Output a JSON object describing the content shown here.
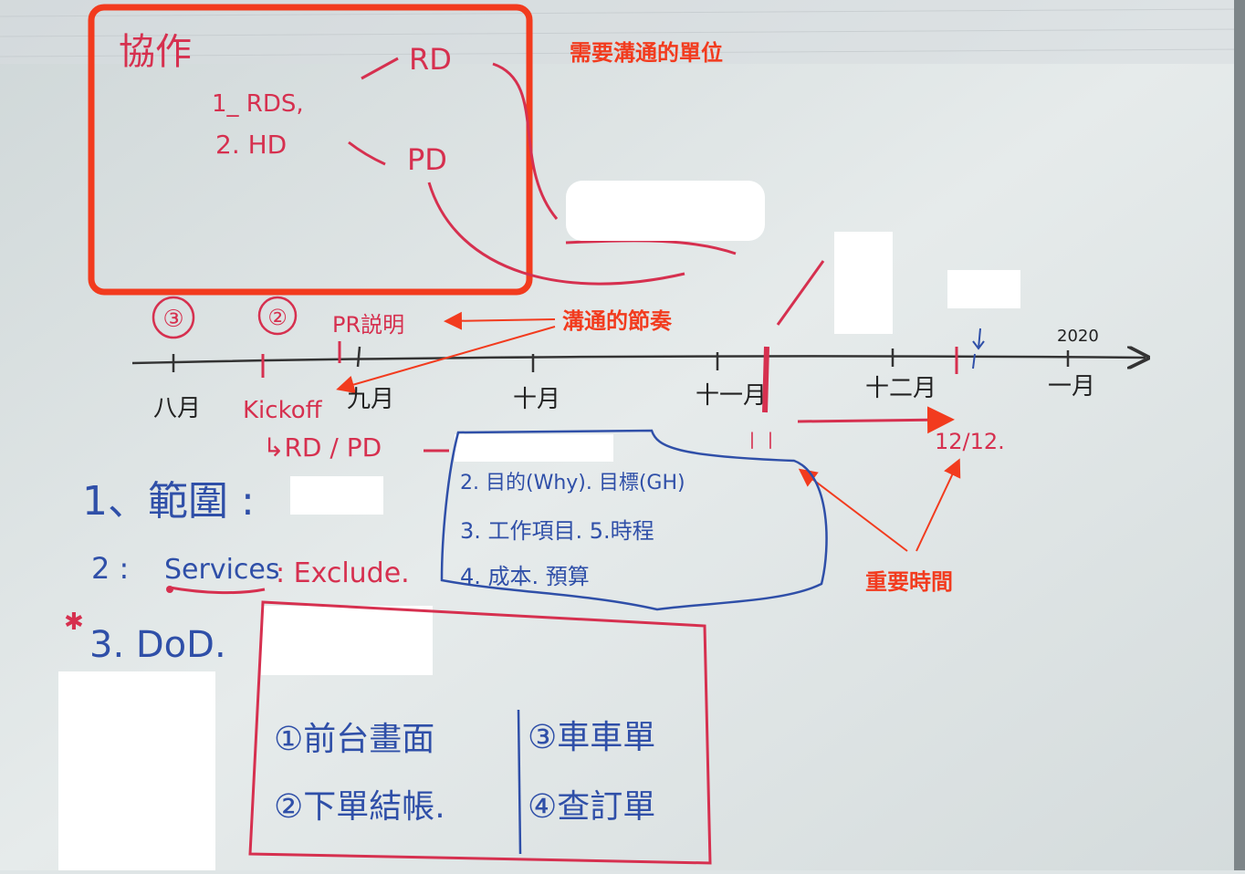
{
  "annotations": {
    "units": "需要溝通的單位",
    "rhythm": "溝通的節奏",
    "important_time": "重要時間"
  },
  "top_box": {
    "title": "協作",
    "line1": "1_ RDS,",
    "line2": "2. HD",
    "target1": "RD",
    "target2": "PD"
  },
  "timeline": {
    "markers": [
      "③",
      "②"
    ],
    "pr_note": "PR説明",
    "months": [
      "八月",
      "九月",
      "十月",
      "十一月",
      "十二月",
      "一月"
    ],
    "year": "2020",
    "kickoff": "Kickoff",
    "kickoff_sub": "↳RD / PD",
    "date_label": "12/12."
  },
  "blue_box": {
    "item2": "2. 目的(Why). 目標(GH)",
    "item3": "3. 工作項目.  5.時程",
    "item4": "4. 成本. 預算"
  },
  "list": {
    "item1": "1、範圍 :",
    "item2_prefix": "2 : ",
    "item2_services": "Services",
    "item2_exclude": ": Exclude.",
    "item3": "3. DoD."
  },
  "dod_box": {
    "c1": "①前台畫面",
    "c2": "②下單結帳.",
    "c3": "③車車單",
    "c4": "④查訂單"
  },
  "colors": {
    "board": "#dfe5e6",
    "marker_red": "#d6304f",
    "marker_blue": "#2f4fa8",
    "annotation": "#f23b1e"
  }
}
